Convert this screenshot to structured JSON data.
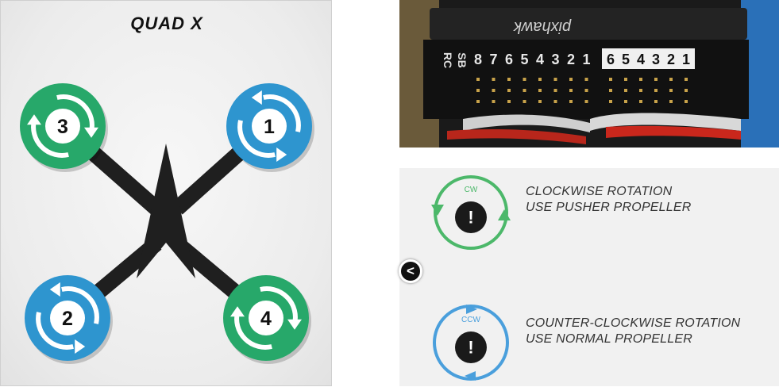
{
  "quad": {
    "title": "QUAD X",
    "motors": [
      {
        "number": "3",
        "rotation": "cw",
        "color": "#27a86a"
      },
      {
        "number": "1",
        "rotation": "ccw",
        "color": "#2e95cf"
      },
      {
        "number": "2",
        "rotation": "ccw",
        "color": "#2e95cf"
      },
      {
        "number": "4",
        "rotation": "cw",
        "color": "#27a86a"
      }
    ]
  },
  "photo": {
    "brand": "pixhawk",
    "rc_label": "RC",
    "sb_label": "SB",
    "main_pins": [
      "8",
      "7",
      "6",
      "5",
      "4",
      "3",
      "2",
      "1"
    ],
    "aux_pins": [
      "6",
      "5",
      "4",
      "3",
      "2",
      "1"
    ]
  },
  "legend": {
    "cw": {
      "tag": "CW",
      "line1": "CLOCKWISE ROTATION",
      "line2": "USE PUSHER PROPELLER",
      "color": "#4cb86a"
    },
    "ccw": {
      "tag": "CCW",
      "line1": "COUNTER-CLOCKWISE ROTATION",
      "line2": "USE NORMAL PROPELLER",
      "color": "#4a9fdc"
    }
  },
  "nav": {
    "back_glyph": "<"
  }
}
